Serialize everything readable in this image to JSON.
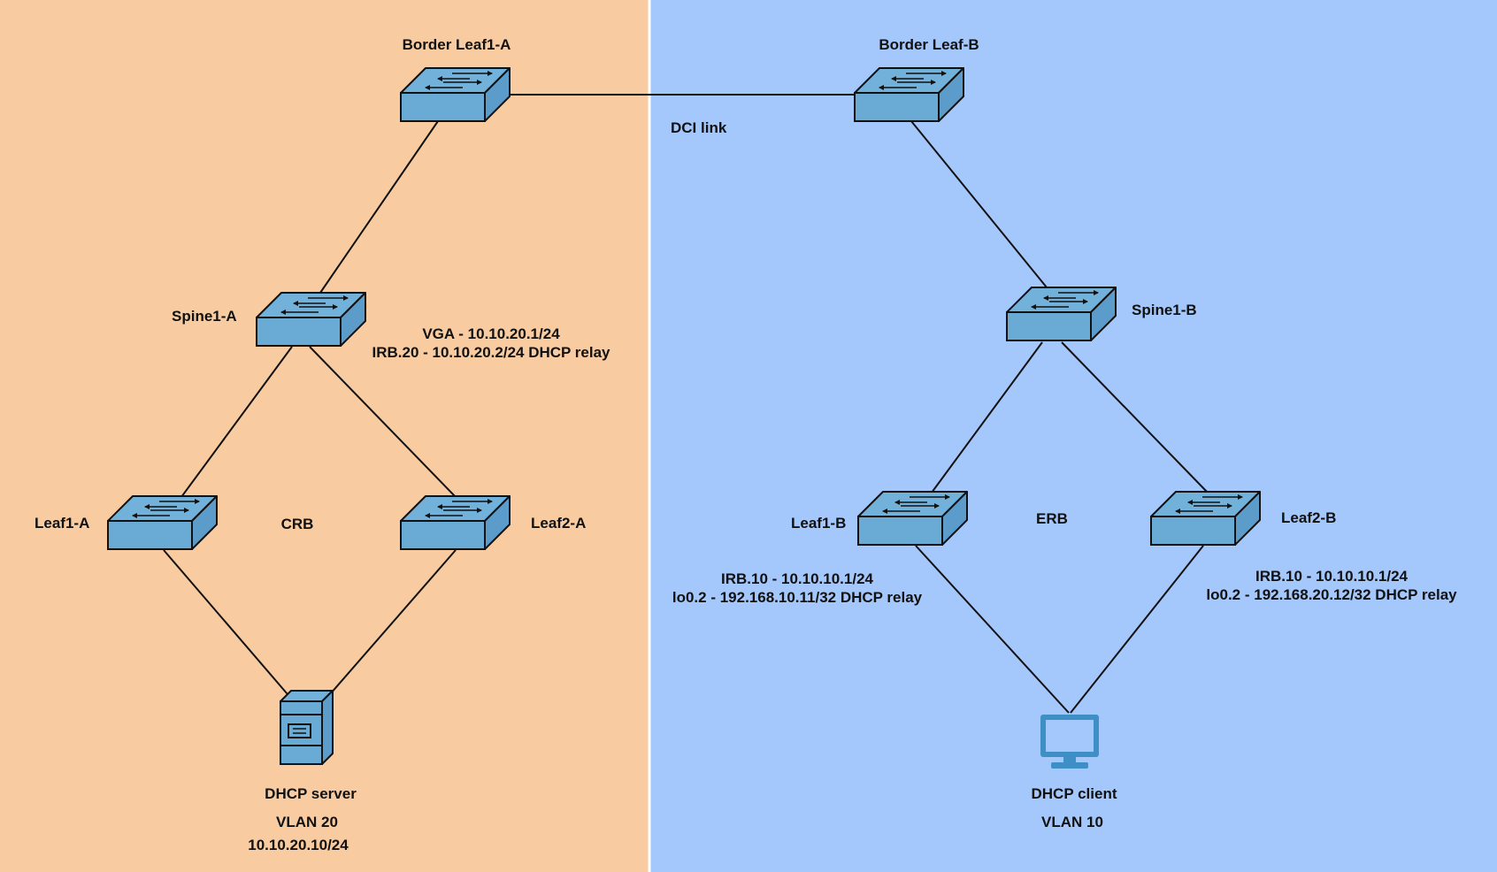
{
  "colors": {
    "left_zone": "#f8cba0",
    "right_zone": "#a4c7fc",
    "divider": "#ffffff",
    "switch_top": "#72b1d9",
    "switch_front": "#6aabd6",
    "switch_side": "#5c9ccb",
    "monitor": "#3e8fc5",
    "stroke": "#111111"
  },
  "nodes": {
    "border_leaf1_a": {
      "label": "Border Leaf1-A",
      "icon": "switch-icon"
    },
    "border_leaf_b": {
      "label": "Border Leaf-B",
      "icon": "switch-icon"
    },
    "spine1_a": {
      "label": "Spine1-A",
      "icon": "switch-icon"
    },
    "spine1_b": {
      "label": "Spine1-B",
      "icon": "switch-icon"
    },
    "leaf1_a": {
      "label": "Leaf1-A",
      "icon": "switch-icon"
    },
    "leaf2_a": {
      "label": "Leaf2-A",
      "icon": "switch-icon"
    },
    "leaf1_b": {
      "label": "Leaf1-B",
      "icon": "switch-icon"
    },
    "leaf2_b": {
      "label": "Leaf2-B",
      "icon": "switch-icon"
    },
    "dhcp_server": {
      "label": "DHCP server",
      "icon": "server-icon"
    },
    "dhcp_client": {
      "label": "DHCP client",
      "icon": "monitor-icon"
    }
  },
  "annotations": {
    "dci_link": "DCI link",
    "spine1_a_vga": "VGA - 10.10.20.1/24",
    "spine1_a_irb": "IRB.20 - 10.10.20.2/24 DHCP relay",
    "crb": "CRB",
    "erb": "ERB",
    "leaf1_b_irb": "IRB.10 - 10.10.10.1/24",
    "leaf1_b_lo": "lo0.2 - 192.168.10.11/32 DHCP relay",
    "leaf2_b_irb": "IRB.10 - 10.10.10.1/24",
    "leaf2_b_lo": "lo0.2 - 192.168.20.12/32 DHCP relay",
    "server_vlan": "VLAN 20",
    "server_ip": "10.10.20.10/24",
    "client_vlan": "VLAN 10"
  }
}
